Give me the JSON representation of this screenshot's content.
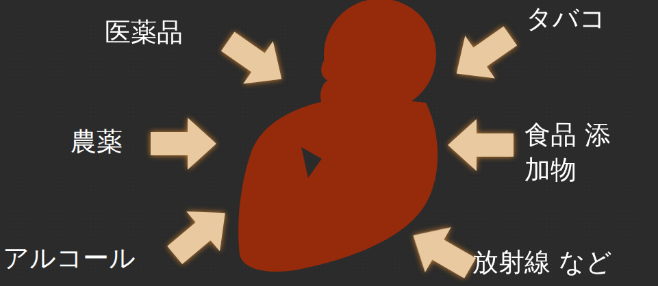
{
  "diagram": {
    "labels": [
      "医薬品",
      "タバコ",
      "農薬",
      "食品 添加物",
      "アルコール",
      "放射線 など"
    ]
  }
}
